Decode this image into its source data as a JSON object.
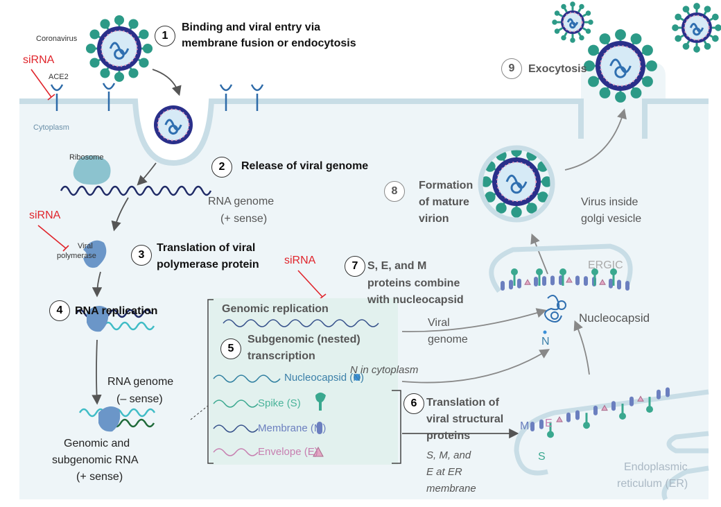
{
  "colors": {
    "cell": "#eef5f8",
    "membrane": "#c8dde6",
    "box": "#e2f1ee",
    "sirna": "#e0242b",
    "nucleocapsid": "#3a7fa8",
    "spike": "#3aa88f",
    "membrane_protein": "#6b7fbf",
    "envelope": "#c77fb0",
    "rna": "#1f2a66"
  },
  "labels": {
    "coronavirus": "Coronavirus",
    "ace2": "ACE2",
    "cytoplasm": "Cytoplasm",
    "ribosome": "Ribosome",
    "sirna_1": "siRNA",
    "sirna_2": "siRNA",
    "sirna_3": "siRNA",
    "viral_polymerase": [
      "Viral",
      "polymerase"
    ],
    "rna_plus": [
      "RNA genome",
      "(+ sense)"
    ],
    "rna_minus": [
      "RNA genome",
      "(– sense)"
    ],
    "genomic_subgenomic": [
      "Genomic and",
      "subgenomic RNA",
      "(+ sense)"
    ],
    "viral_genome": [
      "Viral",
      "genome"
    ],
    "n_in_cytoplasm": "N in cytoplasm",
    "nucleocapsid": "Nucleocapsid",
    "n": "N",
    "ergic": "ERGIC",
    "virus_golgi": [
      "Virus inside",
      "golgi vesicle"
    ],
    "m": "M",
    "e": "E",
    "s": "S",
    "er": [
      "Endoplasmic",
      "reticulum (ER)"
    ],
    "genomic_replication": "Genomic replication",
    "transcripts": [
      "Nucleocapsid (N)",
      "Spike (S)",
      "Membrane (M)",
      "Envelope (E)"
    ]
  },
  "steps": [
    {
      "num": "1",
      "lines": [
        "Binding and viral entry via",
        "membrane fusion or endocytosis"
      ]
    },
    {
      "num": "2",
      "lines": [
        "Release of viral genome"
      ]
    },
    {
      "num": "3",
      "lines": [
        "Translation of viral",
        "polymerase protein"
      ]
    },
    {
      "num": "4",
      "lines": [
        "RNA replication"
      ]
    },
    {
      "num": "5",
      "lines": [
        "Subgenomic (nested)",
        "transcription"
      ]
    },
    {
      "num": "6",
      "lines": [
        "Translation of",
        "viral structural",
        "proteins"
      ],
      "note": [
        "S, M, and",
        "E at ER",
        "membrane"
      ]
    },
    {
      "num": "7",
      "lines": [
        "S, E, and M",
        "proteins combine",
        "with nucleocapsid"
      ]
    },
    {
      "num": "8",
      "lines": [
        "Formation",
        "of mature",
        "virion"
      ]
    },
    {
      "num": "9",
      "lines": [
        "Exocytosis"
      ]
    }
  ]
}
